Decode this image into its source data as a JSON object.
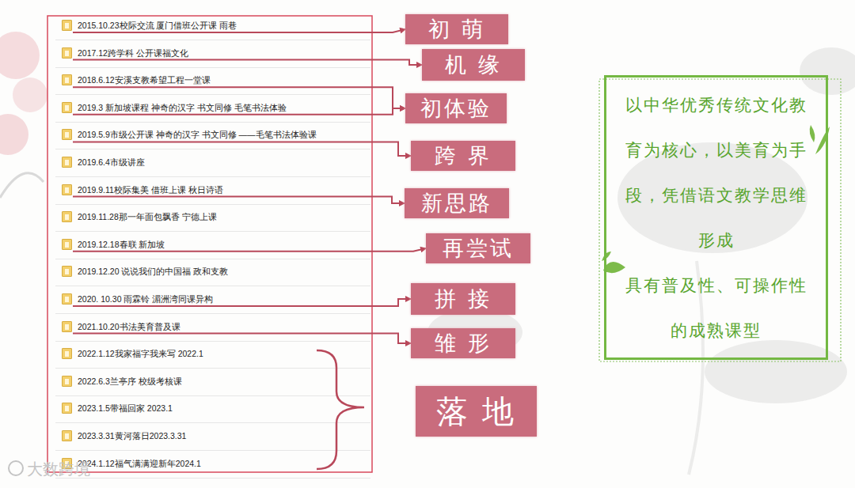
{
  "diagram": {
    "nodes": [
      {
        "text": [
          "2015.10.23校际交流 厦门借班公开课 雨巷"
        ]
      },
      {
        "text": [
          "2017.12跨学科 公开课福文化"
        ]
      },
      {
        "text": [
          "2018.6.12安溪支教希望工程一堂课"
        ]
      },
      {
        "text": [
          "2019.3 新加坡课程 神奇的汉字 书文同修 毛笔书法体验"
        ]
      },
      {
        "text": [
          "2019.5.9市级公开课 神奇的汉字 书文同修 ——毛笔书法体验课"
        ]
      },
      {
        "text": [
          "2019.6.4市级讲座"
        ]
      },
      {
        "text": [
          "2019.9.11校际集美 借班上课 秋日诗语"
        ]
      },
      {
        "text": [
          "2019.11.28那一年面包飘香 宁德上课"
        ]
      },
      {
        "text": [
          "2019.12.18春联 新加坡"
        ]
      },
      {
        "text": [
          "2019.12.20 说说我们的中国福 政和支教"
        ]
      },
      {
        "text": [
          "2020. 10.30 雨霖铃 湄洲湾同课异构"
        ]
      },
      {
        "text": [
          "2021.10.20书法美育普及课"
        ]
      },
      {
        "text": [
          "2022.1.12我家福字我来写 2022.1"
        ]
      },
      {
        "text": [
          "2022.6.3兰亭序 校级考核课"
        ]
      },
      {
        "text": [
          "2023.1.5带福回家 2023.1"
        ]
      },
      {
        "text": [
          "2023.3.31黄河落日2023.3.31"
        ]
      },
      {
        "text": [
          "2024.1.12福气满满迎新年2024.1"
        ]
      },
      {
        "text": [
          "初 萌"
        ]
      },
      {
        "text": [
          "机 缘"
        ]
      },
      {
        "text": [
          "初体验"
        ]
      },
      {
        "text": [
          "跨 界"
        ]
      },
      {
        "text": [
          "新思路"
        ]
      },
      {
        "text": [
          "再尝试"
        ]
      },
      {
        "text": [
          "拼 接"
        ]
      },
      {
        "text": [
          "雏 形"
        ]
      },
      {
        "text": [
          "落 地"
        ]
      },
      {
        "text": [
          "以中华优秀传统文化教育为核心，以美育为手段，凭借语文教学思维形成",
          "具有普及性、可操作性的成熟课型"
        ]
      }
    ],
    "edges": [
      {
        "from": 0,
        "to": 17,
        "arrow": "to"
      },
      {
        "from": 1,
        "to": 18,
        "arrow": "to"
      },
      {
        "from": 2,
        "to": 19,
        "arrow": "to"
      },
      {
        "from": 3,
        "to": 19,
        "arrow": "to"
      },
      {
        "from": 4,
        "to": 20,
        "arrow": "to"
      },
      {
        "from": 6,
        "to": 21,
        "arrow": "to"
      },
      {
        "from": 8,
        "to": 22,
        "arrow": "to"
      },
      {
        "from": 10,
        "to": 23,
        "arrow": "to"
      },
      {
        "from": 11,
        "to": 24,
        "arrow": "to"
      }
    ],
    "labels": [
      "大数跨境"
    ]
  }
}
